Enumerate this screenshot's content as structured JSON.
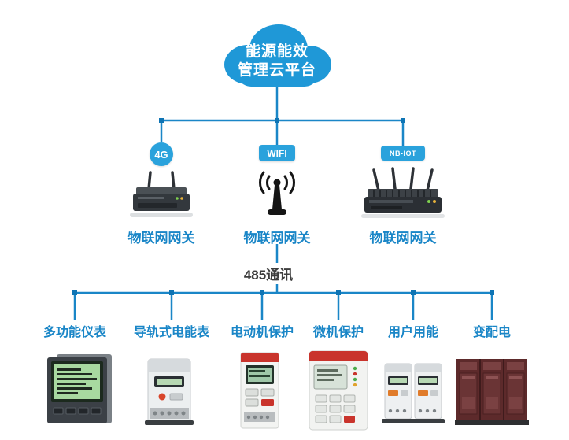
{
  "cloud": {
    "title_line1": "能源能效",
    "title_line2": "管理云平台"
  },
  "network": {
    "nodes": [
      {
        "badge": "4G",
        "gateway": "物联网网关",
        "device_icon": "router-2-antenna"
      },
      {
        "badge": "WIFI",
        "gateway": "物联网网关",
        "device_icon": "wifi-antenna"
      },
      {
        "badge": "NB-IOT",
        "gateway": "物联网网关",
        "device_icon": "router-4-antenna"
      }
    ]
  },
  "bus": {
    "label": "485通讯"
  },
  "terminals": [
    {
      "label": "多功能仪表",
      "device_icon": "multifunction-meter"
    },
    {
      "label": "导轨式电能表",
      "device_icon": "din-rail-meter"
    },
    {
      "label": "电动机保护",
      "device_icon": "motor-protector"
    },
    {
      "label": "微机保护",
      "device_icon": "protection-relay"
    },
    {
      "label": "用户用能",
      "device_icon": "energy-meter"
    },
    {
      "label": "变配电",
      "device_icon": "switchgear-cabinet"
    }
  ],
  "colors": {
    "line": "#1a86c7",
    "junction": "#0e74b4",
    "cloud": "#1f98d7",
    "badge": "#2aa2dc",
    "label_text": "#1a86c7",
    "bus_text": "#3d3d3d"
  }
}
